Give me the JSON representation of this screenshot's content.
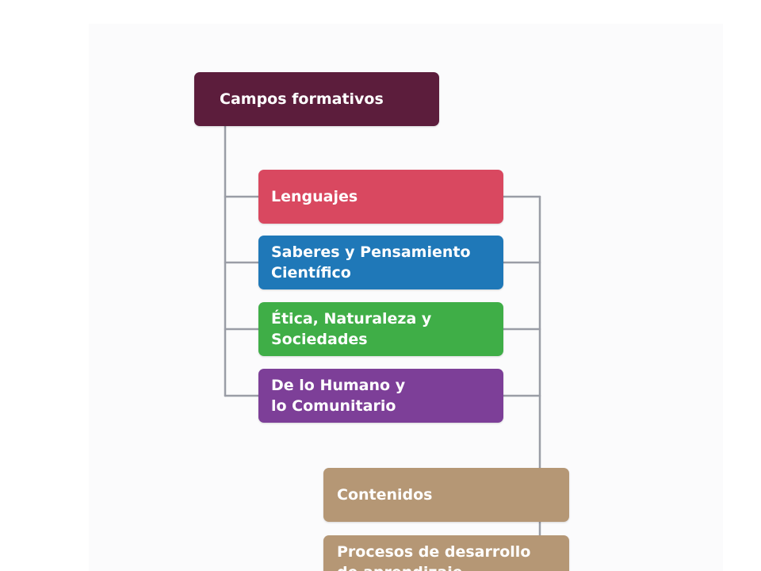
{
  "diagram": {
    "root": {
      "label": "Campos formativos",
      "color": "#5c1d3c"
    },
    "fields": [
      {
        "label": "Lenguajes",
        "color": "#d94860"
      },
      {
        "label": "Saberes y Pensamiento\nCientífico",
        "color": "#1f78b8"
      },
      {
        "label": "Ética, Naturaleza y\nSociedades",
        "color": "#3fae47"
      },
      {
        "label": "De lo Humano y\nlo Comunitario",
        "color": "#7d3f98"
      }
    ],
    "outputs": [
      {
        "label": "Contenidos",
        "color": "#b59775"
      },
      {
        "label": "Procesos de desarrollo\nde aprendizaje",
        "color": "#b59775"
      }
    ],
    "connector_color": "#9a9da6"
  }
}
